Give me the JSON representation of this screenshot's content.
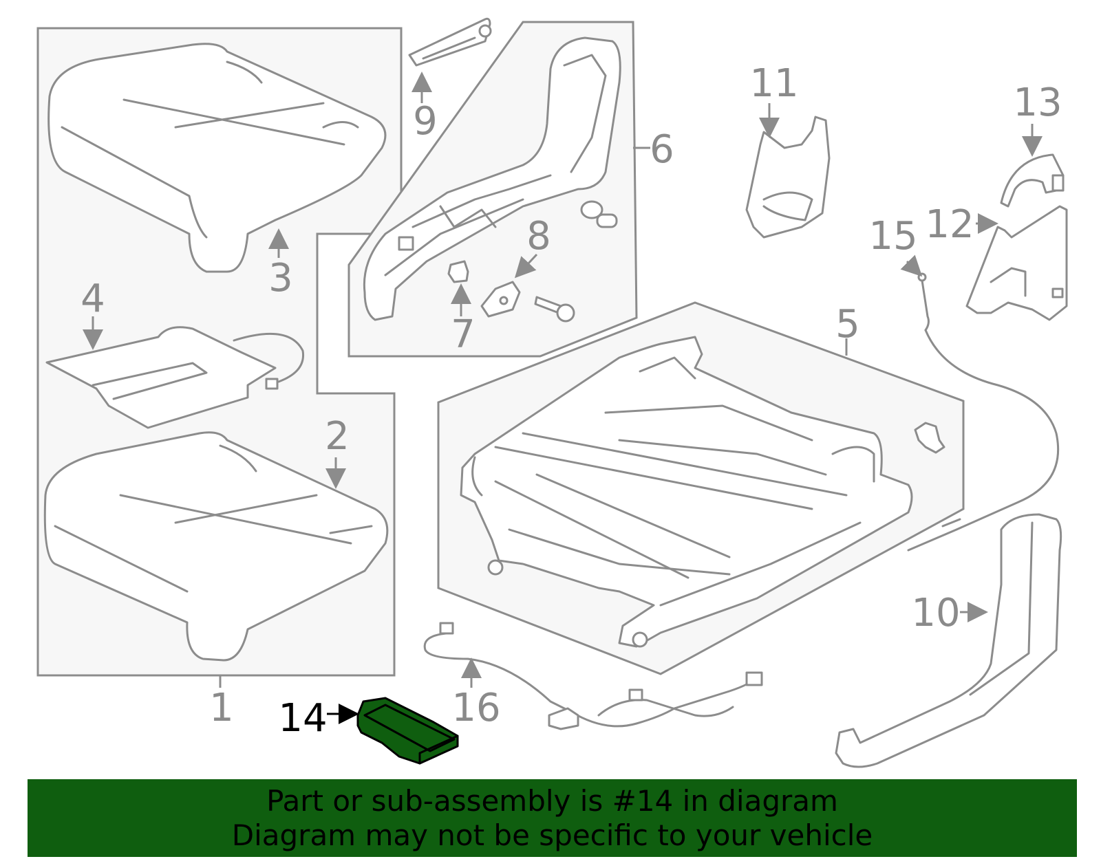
{
  "callouts": {
    "c1": "1",
    "c2": "2",
    "c3": "3",
    "c4": "4",
    "c5": "5",
    "c6": "6",
    "c7": "7",
    "c8": "8",
    "c9": "9",
    "c10": "10",
    "c11": "11",
    "c12": "12",
    "c13": "13",
    "c14": "14",
    "c15": "15",
    "c16": "16"
  },
  "highlighted_part": "14",
  "colors": {
    "highlight": "#0f5e0f",
    "line": "#8c8c8c",
    "box_fill": "#f7f7f7"
  },
  "banner": {
    "line1": "Part or sub-assembly is #14 in diagram",
    "line2": "Diagram may not be specific to your vehicle"
  }
}
